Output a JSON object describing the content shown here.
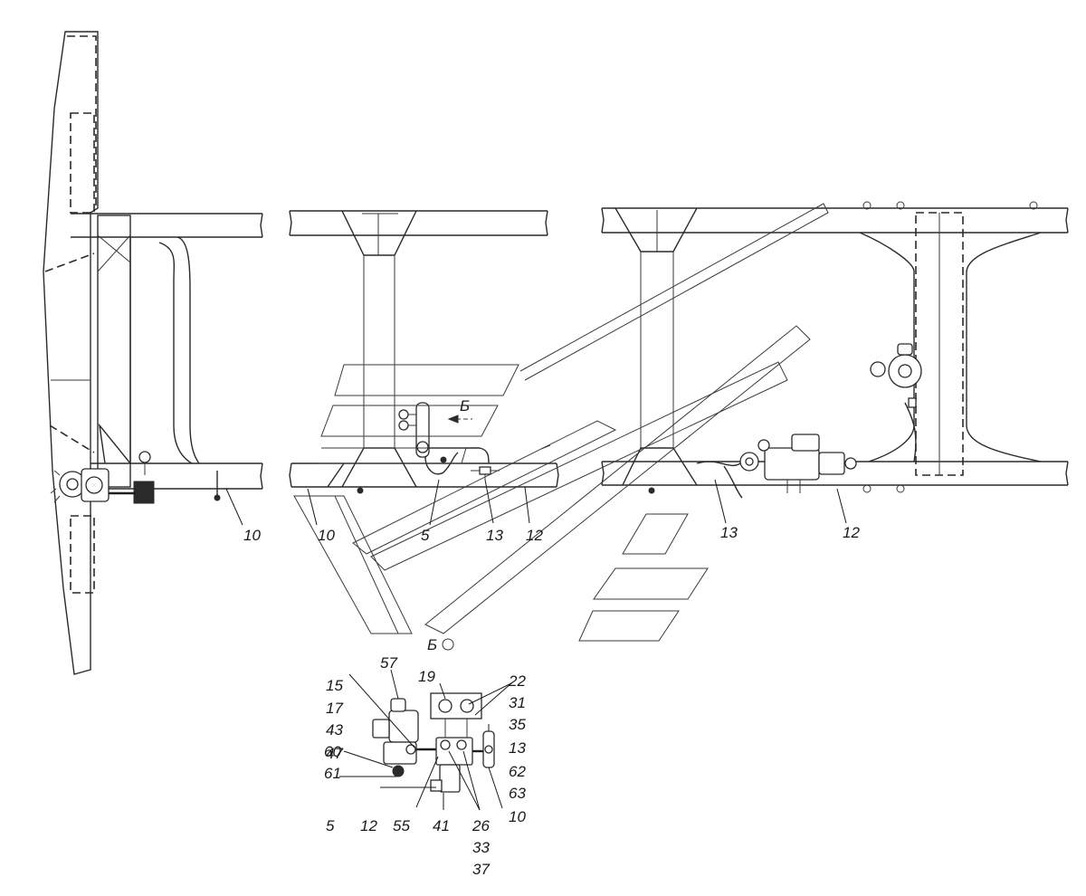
{
  "view_marker": "Б",
  "view_title": "Б",
  "main_callouts": [
    {
      "id": "main-10-a",
      "text": "10"
    },
    {
      "id": "main-10-b",
      "text": "10"
    },
    {
      "id": "main-5",
      "text": "5"
    },
    {
      "id": "main-13-a",
      "text": "13"
    },
    {
      "id": "main-12-a",
      "text": "12"
    },
    {
      "id": "main-13-b",
      "text": "13"
    },
    {
      "id": "main-12-b",
      "text": "12"
    }
  ],
  "detail_callouts": [
    {
      "id": "det-15",
      "text": "15"
    },
    {
      "id": "det-17",
      "text": "17"
    },
    {
      "id": "det-43",
      "text": "43"
    },
    {
      "id": "det-47",
      "text": "47"
    },
    {
      "id": "det-57",
      "text": "57"
    },
    {
      "id": "det-19",
      "text": "19"
    },
    {
      "id": "det-22",
      "text": "22"
    },
    {
      "id": "det-31",
      "text": "31"
    },
    {
      "id": "det-35",
      "text": "35"
    },
    {
      "id": "det-13",
      "text": "13"
    },
    {
      "id": "det-62",
      "text": "62"
    },
    {
      "id": "det-63",
      "text": "63"
    },
    {
      "id": "det-10",
      "text": "10"
    },
    {
      "id": "det-60",
      "text": "60"
    },
    {
      "id": "det-61",
      "text": "61"
    },
    {
      "id": "det-5",
      "text": "5"
    },
    {
      "id": "det-12",
      "text": "12"
    },
    {
      "id": "det-55",
      "text": "55"
    },
    {
      "id": "det-41",
      "text": "41"
    },
    {
      "id": "det-26",
      "text": "26"
    },
    {
      "id": "det-33",
      "text": "33"
    },
    {
      "id": "det-37",
      "text": "37"
    }
  ]
}
